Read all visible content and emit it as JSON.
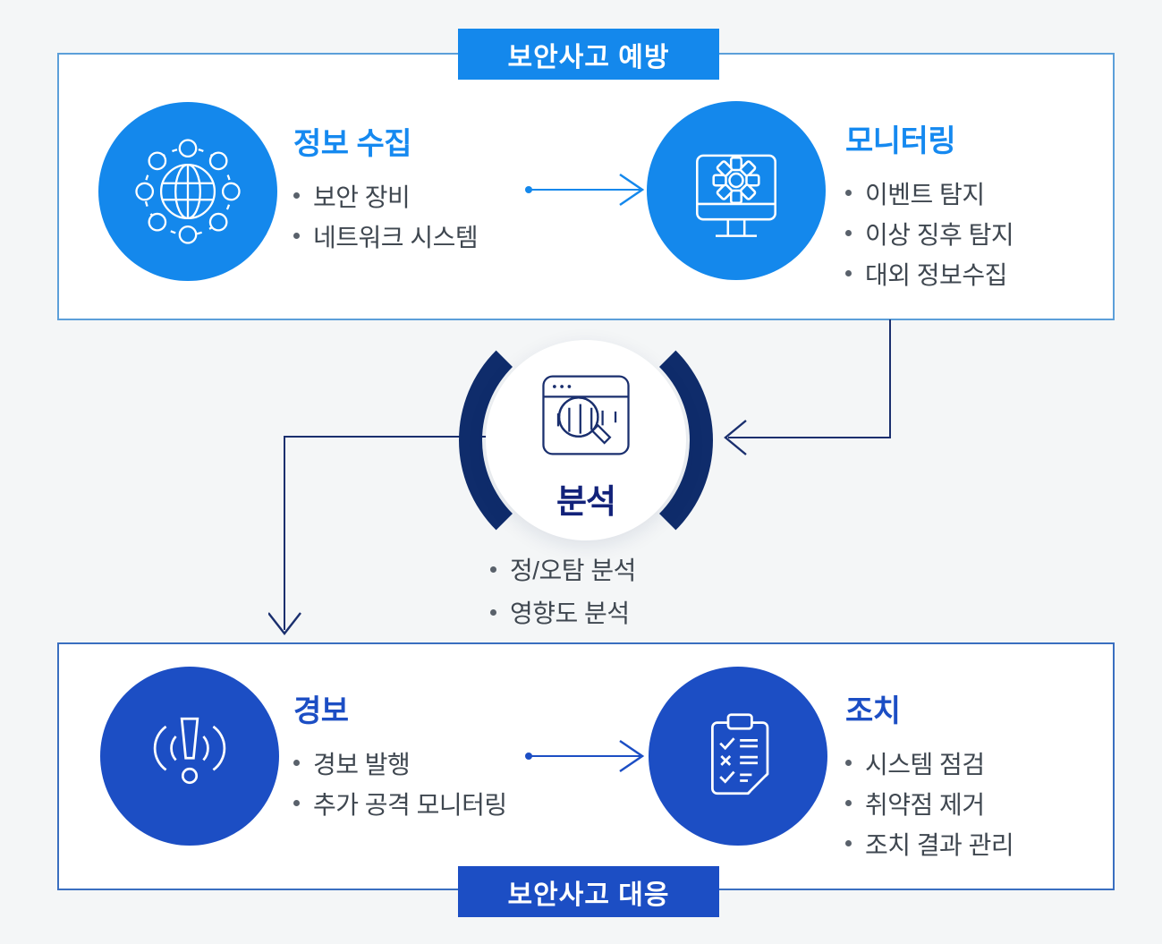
{
  "palette": {
    "background": "#f4f6f7",
    "bright_blue": "#1488EC",
    "royal_blue": "#1C4EC4",
    "navy": "#0F2C6B",
    "bullet_text": "#3F4750",
    "top_box_border": "#5C9FD9",
    "bottom_box_border": "#3A6FC0",
    "badge_text": "#ffffff"
  },
  "top_section": {
    "badge": "보안사고 예방",
    "steps": [
      {
        "icon": "globe-network-icon",
        "title": "정보 수집",
        "bullets": [
          "보안 장비",
          "네트워크 시스템"
        ]
      },
      {
        "icon": "monitor-gear-icon",
        "title": "모니터링",
        "bullets": [
          "이벤트 탐지",
          "이상 징후 탐지",
          "대외 정보수집"
        ]
      }
    ]
  },
  "analysis": {
    "icon": "browser-magnifier-icon",
    "title": "분석",
    "bullets": [
      "정/오탐 분석",
      "영향도 분석"
    ]
  },
  "bottom_section": {
    "badge": "보안사고 대응",
    "steps": [
      {
        "icon": "alarm-icon",
        "title": "경보",
        "bullets": [
          "경보 발행",
          "추가 공격 모니터링"
        ]
      },
      {
        "icon": "clipboard-checklist-icon",
        "title": "조치",
        "bullets": [
          "시스템 점검",
          "취약점 제거",
          "조치 결과 관리"
        ]
      }
    ]
  }
}
